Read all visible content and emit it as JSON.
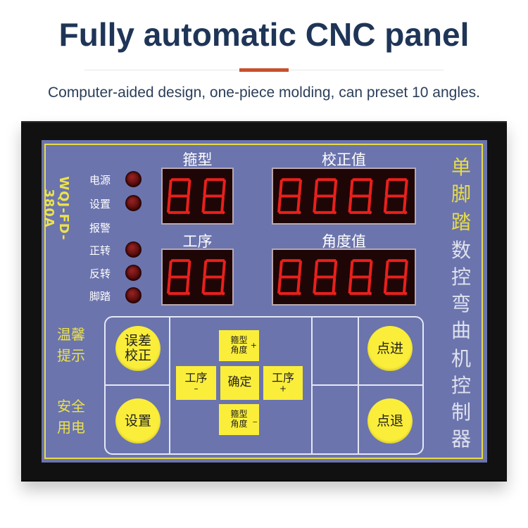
{
  "header": {
    "title": "Fully automatic CNC panel",
    "subtitle": "Computer-aided design, one-piece molding, can preset 10 angles.",
    "accent_color": "#c8502d"
  },
  "panel": {
    "model": "WQJ-FD-380A",
    "vertical_title_yellow": [
      "单",
      "脚",
      "踏"
    ],
    "vertical_title_white": [
      "数",
      "控",
      "弯",
      "曲",
      "机",
      "控",
      "制",
      "器"
    ],
    "indicators": [
      {
        "label": "电源",
        "lamp": true
      },
      {
        "label": "设置",
        "lamp": true
      },
      {
        "label": "报警",
        "lamp": false
      },
      {
        "label": "正转",
        "lamp": true
      },
      {
        "label": "反转",
        "lamp": true
      },
      {
        "label": "脚踏",
        "lamp": true
      }
    ],
    "displays": [
      {
        "title": "箍型",
        "digits": "88."
      },
      {
        "title": "校正值",
        "digits": "8888."
      },
      {
        "title": "工序",
        "digits": "88."
      },
      {
        "title": "角度值",
        "digits": "8888."
      }
    ],
    "notes": {
      "tip_line1": "温馨",
      "tip_line2": "提示",
      "safety_line1": "安全",
      "safety_line2": "用电"
    },
    "buttons": {
      "error_correct_line1": "误差",
      "error_correct_line2": "校正",
      "settings": "设置",
      "jog_forward": "点进",
      "jog_back": "点退",
      "confirm": "确定",
      "hoop_angle_up_line1": "箍型",
      "hoop_angle_up_line2": "角度",
      "hoop_angle_up_sign": "+",
      "hoop_angle_down_line1": "箍型",
      "hoop_angle_down_line2": "角度",
      "hoop_angle_down_sign": "_",
      "step_minus_label": "工序",
      "step_minus_sign": "–",
      "step_plus_label": "工序",
      "step_plus_sign": "+"
    },
    "colors": {
      "face": "#6b74ad",
      "frame_yellow": "#e7dc45",
      "button_yellow": "#fbee3a",
      "led_red": "#e8201c"
    }
  }
}
